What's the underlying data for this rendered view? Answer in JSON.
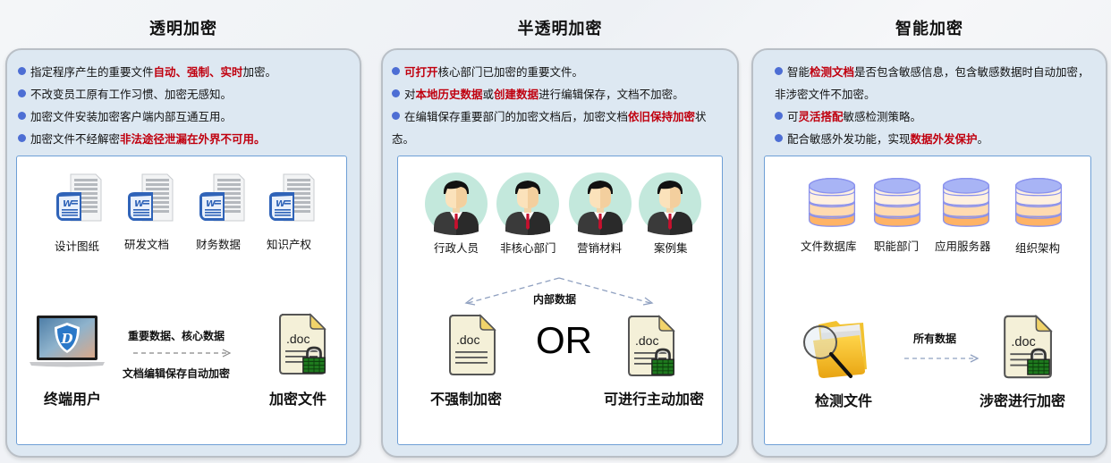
{
  "columns": [
    {
      "title": "透明加密",
      "bullets": [
        {
          "segments": [
            {
              "text": "指定程序产生的重要文件",
              "red": false
            },
            {
              "text": "自动、强制、实时",
              "red": true
            },
            {
              "text": "加密。",
              "red": false
            }
          ]
        },
        {
          "segments": [
            {
              "text": "不改变员工原有工作习惯、加密无感知。",
              "red": false
            }
          ]
        },
        {
          "segments": [
            {
              "text": "加密文件安装加密客户端内部互通互用。",
              "red": false
            }
          ]
        },
        {
          "segments": [
            {
              "text": "加密文件不经解密",
              "red": false
            },
            {
              "text": "非法途径泄漏在外界不可用。",
              "red": true
            }
          ]
        }
      ],
      "icons": [
        {
          "label": "设计图纸",
          "icon": "word-document-icon"
        },
        {
          "label": "研发文档",
          "icon": "word-document-icon"
        },
        {
          "label": "财务数据",
          "icon": "word-document-icon"
        },
        {
          "label": "知识产权",
          "icon": "word-document-icon"
        }
      ],
      "flow": {
        "source_label": "终端用户",
        "source_icon": "laptop-shield-icon",
        "arrow_top": "重要数据、核心数据",
        "arrow_bottom": "文档编辑保存自动加密",
        "target_label": "加密文件",
        "target_icon": "locked-doc-icon",
        "doc_ext": ".doc"
      }
    },
    {
      "title": "半透明加密",
      "bullets": [
        {
          "segments": [
            {
              "text": "可打开",
              "red": true
            },
            {
              "text": "核心部门已加密的重要文件。",
              "red": false
            }
          ]
        },
        {
          "segments": [
            {
              "text": "对",
              "red": false
            },
            {
              "text": "本地历史数据",
              "red": true
            },
            {
              "text": "或",
              "red": false
            },
            {
              "text": "创建数据",
              "red": true
            },
            {
              "text": "进行编辑保存，文档不加密。",
              "red": false
            }
          ]
        },
        {
          "segments": [
            {
              "text": "在编辑保存重要部门的加密文档后，加密文档",
              "red": false
            },
            {
              "text": "依旧保持加密",
              "red": true
            },
            {
              "text": "状态。",
              "red": false
            }
          ]
        }
      ],
      "icons": [
        {
          "label": "行政人员",
          "icon": "person-icon"
        },
        {
          "label": "非核心部门",
          "icon": "person-icon"
        },
        {
          "label": "营销材料",
          "icon": "person-icon"
        },
        {
          "label": "案例集",
          "icon": "person-icon"
        }
      ],
      "flow": {
        "center_label": "内部数据",
        "or_text": "OR",
        "left_label": "不强制加密",
        "left_icon": "doc-icon",
        "right_label": "可进行主动加密",
        "right_icon": "locked-doc-icon",
        "doc_ext": ".doc"
      }
    },
    {
      "title": "智能加密",
      "bullets": [
        {
          "segments": [
            {
              "text": "智能",
              "red": false
            },
            {
              "text": "检测文档",
              "red": true
            },
            {
              "text": "是否包含敏感信息，包含敏感数据时自动加密，非涉密文件不加密。",
              "red": false
            }
          ]
        },
        {
          "segments": [
            {
              "text": "可",
              "red": false
            },
            {
              "text": "灵活搭配",
              "red": true
            },
            {
              "text": "敏感检测策略。",
              "red": false
            }
          ]
        },
        {
          "segments": [
            {
              "text": "配合敏感外发功能，实现",
              "red": false
            },
            {
              "text": "数据外发保护",
              "red": true
            },
            {
              "text": "。",
              "red": false
            }
          ]
        }
      ],
      "icons": [
        {
          "label": "文件数据库",
          "icon": "database-icon"
        },
        {
          "label": "职能部门",
          "icon": "database-icon"
        },
        {
          "label": "应用服务器",
          "icon": "database-icon"
        },
        {
          "label": "组织架构",
          "icon": "database-icon"
        }
      ],
      "flow": {
        "source_label": "检测文件",
        "source_icon": "folder-magnifier-icon",
        "arrow_top": "所有数据",
        "target_label": "涉密进行加密",
        "target_icon": "locked-doc-icon",
        "doc_ext": ".doc"
      }
    }
  ],
  "colors": {
    "accent_red": "#c0000f",
    "bullet_blue": "#4d6ed4",
    "panel_bg": "#dde8f2",
    "inner_border": "#6e9fd6"
  }
}
